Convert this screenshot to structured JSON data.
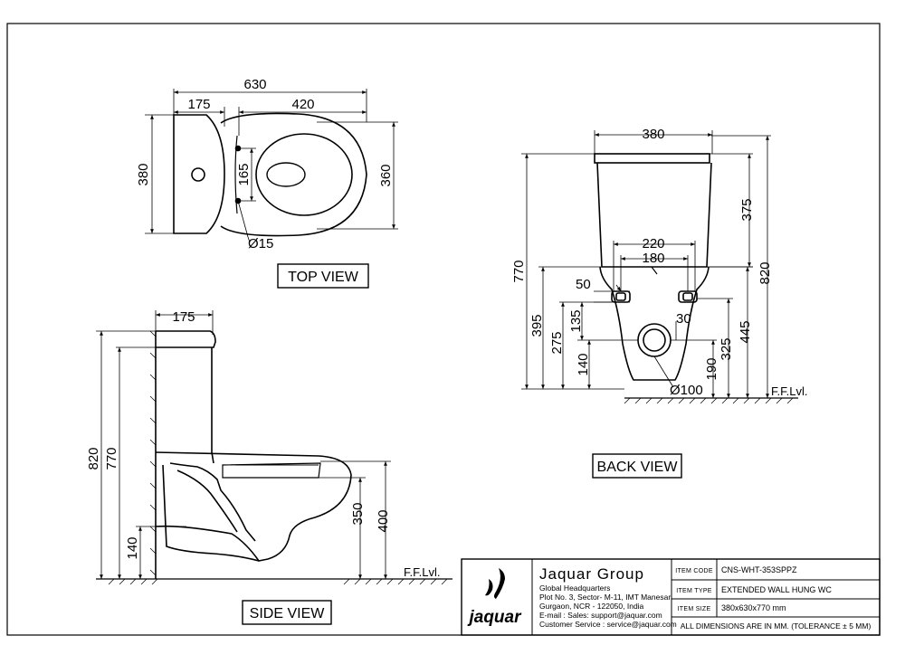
{
  "views": {
    "top": "TOP VIEW",
    "back": "BACK VIEW",
    "side": "SIDE VIEW"
  },
  "dims": {
    "top": {
      "overall": "630",
      "d175": "175",
      "d420": "420",
      "d380": "380",
      "d360": "360",
      "d165": "165",
      "hole": "Ø15"
    },
    "back": {
      "width": "380",
      "d375": "375",
      "d220": "220",
      "d180": "180",
      "d50": "50",
      "d30": "30",
      "d770": "770",
      "d820": "820",
      "d395": "395",
      "d275": "275",
      "d135": "135",
      "d140": "140",
      "d445": "445",
      "d325": "325",
      "d190": "190",
      "outlet": "Ø100",
      "ffl": "F.F.Lvl."
    },
    "side": {
      "d175": "175",
      "d820": "820",
      "d770": "770",
      "d350": "350",
      "d400": "400",
      "d140": "140",
      "ffl": "F.F.Lvl."
    }
  },
  "titleblock": {
    "logo": "jaquar",
    "company": "Jaquar Group",
    "address": [
      "Global Headquarters",
      "Plot No. 3, Sector- M-11, IMT Manesar",
      "Gurgaon, NCR - 122050, India",
      "E-mail : Sales: support@jaquar.com",
      "Customer Service : service@jaquar.com"
    ],
    "rows": [
      {
        "label": "ITEM CODE",
        "value": "CNS-WHT-353SPPZ"
      },
      {
        "label": "ITEM TYPE",
        "value": "EXTENDED WALL HUNG WC"
      },
      {
        "label": "ITEM SIZE",
        "value": "380x630x770 mm"
      }
    ],
    "note": "ALL DIMENSIONS ARE IN MM. (TOLERANCE ± 5 MM)"
  }
}
